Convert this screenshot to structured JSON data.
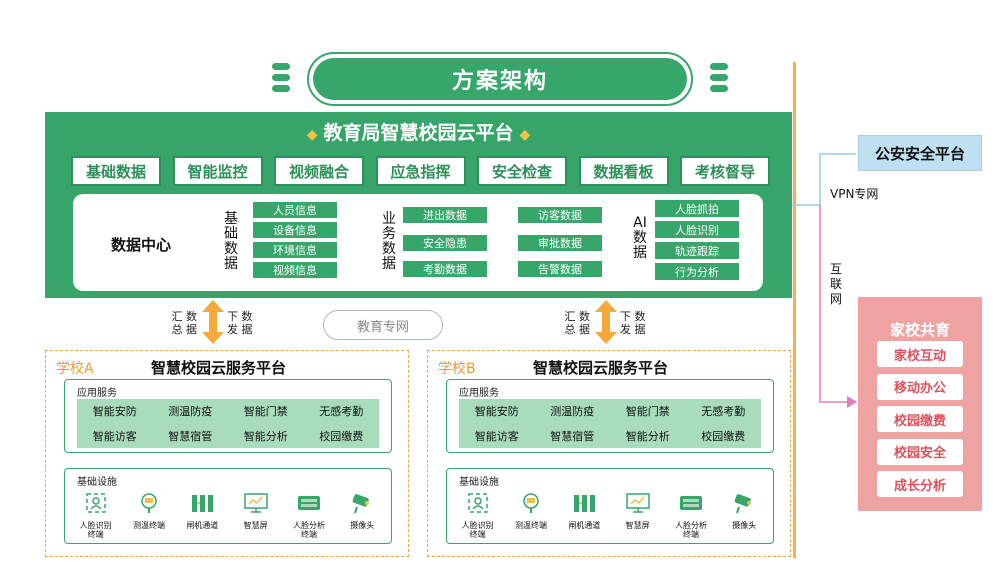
{
  "header": {
    "title": "方案架构"
  },
  "platform": {
    "title": "教育局智慧校园云平台",
    "modules": [
      "基础数据",
      "智能监控",
      "视频融合",
      "应急指挥",
      "安全检查",
      "数据看板",
      "考核督导"
    ],
    "data_center": {
      "title": "数据中心",
      "groups": [
        {
          "label": [
            "基",
            "础",
            "数",
            "据"
          ],
          "items": [
            "人员信息",
            "设备信息",
            "环境信息",
            "视频信息"
          ]
        },
        {
          "label": [
            "业",
            "务",
            "数",
            "据"
          ],
          "items": [
            "进出数据",
            "访客数据",
            "安全隐患",
            "审批数据",
            "考勤数据",
            "告警数据"
          ]
        },
        {
          "label": [
            "AI",
            "数",
            "据"
          ],
          "items": [
            "人脸抓拍",
            "人脸识别",
            "轨迹跟踪",
            "行为分析"
          ]
        }
      ]
    }
  },
  "sync": {
    "up": [
      "汇 数",
      "总 据"
    ],
    "down": [
      "下 数",
      "发 据"
    ],
    "network": "教育专网"
  },
  "schools": [
    {
      "name": "学校A",
      "title": "智慧校园云服务平台",
      "apps_label": "应用服务",
      "apps": [
        "智能安防",
        "测温防疫",
        "智能门禁",
        "无感考勤",
        "智能访客",
        "智慧宿管",
        "智能分析",
        "校园缴费"
      ],
      "infra_label": "基础设施",
      "infra": [
        {
          "icon": "face-terminal-icon",
          "label": "人脸识别\n终端"
        },
        {
          "icon": "thermometer-terminal-icon",
          "label": "测温终端"
        },
        {
          "icon": "gate-icon",
          "label": "闸机通道"
        },
        {
          "icon": "smart-screen-icon",
          "label": "智慧屏"
        },
        {
          "icon": "analysis-terminal-icon",
          "label": "人脸分析\n终端"
        },
        {
          "icon": "camera-icon",
          "label": "摄像头"
        }
      ]
    },
    {
      "name": "学校B",
      "title": "智慧校园云服务平台",
      "apps_label": "应用服务",
      "apps": [
        "智能安防",
        "测温防疫",
        "智能门禁",
        "无感考勤",
        "智能访客",
        "智慧宿管",
        "智能分析",
        "校园缴费"
      ],
      "infra_label": "基础设施",
      "infra": [
        {
          "icon": "face-terminal-icon",
          "label": "人脸识别\n终端"
        },
        {
          "icon": "thermometer-terminal-icon",
          "label": "测温终端"
        },
        {
          "icon": "gate-icon",
          "label": "闸机通道"
        },
        {
          "icon": "smart-screen-icon",
          "label": "智慧屏"
        },
        {
          "icon": "analysis-terminal-icon",
          "label": "人脸分析\n终端"
        },
        {
          "icon": "camera-icon",
          "label": "摄像头"
        }
      ]
    }
  ],
  "external": {
    "police": {
      "title": "公安安全平台",
      "link": "VPN专网"
    },
    "internet": [
      "互",
      "联",
      "网"
    ],
    "family": {
      "title": "家校共育",
      "items": [
        "家校互动",
        "移动办公",
        "校园缴费",
        "校园安全",
        "成长分析"
      ]
    }
  },
  "colors": {
    "green": "#37a46a",
    "orange": "#f6b24d",
    "pink": "#efa2a2",
    "blue": "#bfe0f1"
  }
}
